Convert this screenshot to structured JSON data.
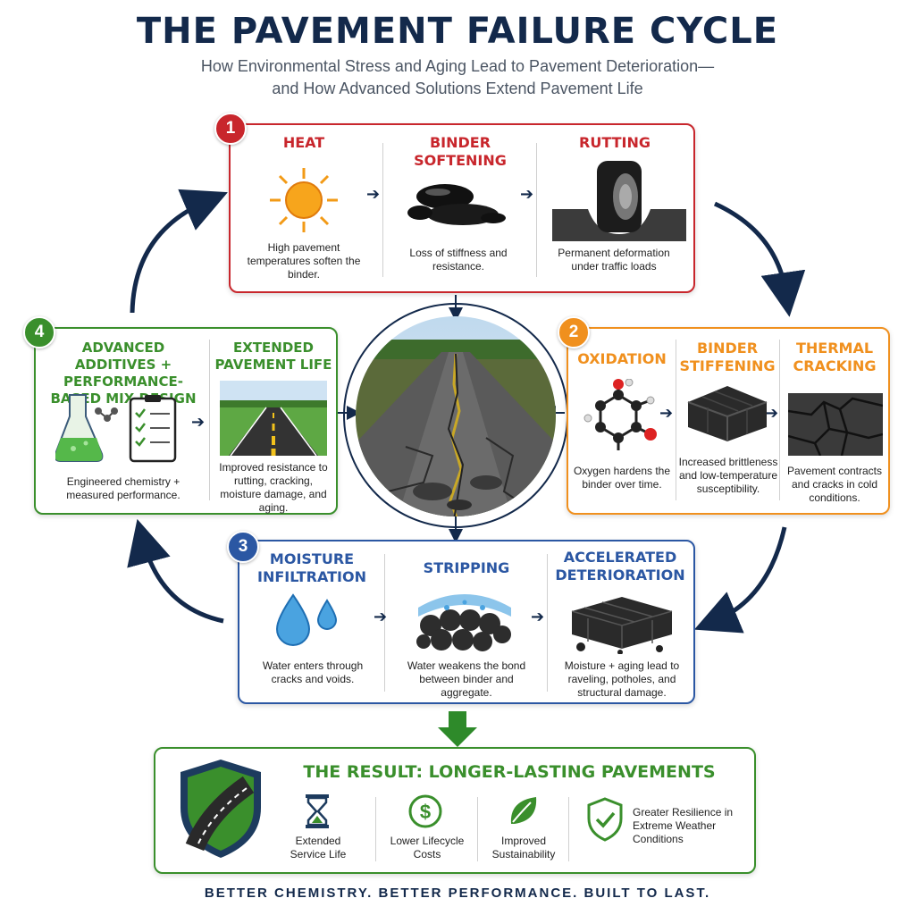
{
  "title": "THE PAVEMENT FAILURE CYCLE",
  "subtitle_line1": "How Environmental Stress and Aging Lead to Pavement Deterioration—",
  "subtitle_line2": "and How Advanced Solutions Extend Pavement Life",
  "colors": {
    "navy": "#13294b",
    "red": "#c8262c",
    "orange": "#f0901e",
    "blue": "#2b57a3",
    "green": "#3a8f2c"
  },
  "panel1": {
    "number": "1",
    "steps": [
      {
        "title": "HEAT",
        "desc": "High pavement temperatures soften the binder.",
        "icon": "sun-icon"
      },
      {
        "title": "BINDER SOFTENING",
        "desc": "Loss of stiffness and resistance.",
        "icon": "melted-binder-icon"
      },
      {
        "title": "RUTTING",
        "desc": "Permanent deformation under traffic loads",
        "icon": "tire-rut-icon"
      }
    ]
  },
  "panel2": {
    "number": "2",
    "steps": [
      {
        "title": "OXIDATION",
        "desc": "Oxygen hardens the binder over time.",
        "icon": "molecule-icon"
      },
      {
        "title": "BINDER STIFFENING",
        "desc": "Increased brittleness and low-temperature susceptibility.",
        "icon": "hardened-binder-icon"
      },
      {
        "title": "THERMAL CRACKING",
        "desc": "Pavement contracts and cracks in cold conditions.",
        "icon": "cracked-pavement-icon"
      }
    ]
  },
  "panel3": {
    "number": "3",
    "steps": [
      {
        "title": "MOISTURE INFILTRATION",
        "desc": "Water enters through cracks and voids.",
        "icon": "water-drop-icon"
      },
      {
        "title": "STRIPPING",
        "desc": "Water weakens the bond between binder and aggregate.",
        "icon": "wet-aggregate-icon"
      },
      {
        "title": "ACCELERATED DETERIORATION",
        "desc": "Moisture + aging lead to raveling, potholes, and structural damage.",
        "icon": "crumbling-aggregate-icon"
      }
    ]
  },
  "panel4": {
    "number": "4",
    "steps": [
      {
        "title": "ADVANCED ADDITIVES + PERFORMANCE-BASED MIX DESIGN",
        "desc": "Engineered chemistry + measured performance.",
        "icon": "flask-clipboard-icon"
      },
      {
        "title": "EXTENDED PAVEMENT LIFE",
        "desc": "Improved resistance to rutting, cracking, moisture damage, and aging.",
        "icon": "new-road-icon"
      }
    ]
  },
  "result": {
    "title": "THE RESULT:  LONGER-LASTING PAVEMENTS",
    "items": [
      {
        "label": "Extended Service Life",
        "icon": "hourglass-icon"
      },
      {
        "label": "Lower Lifecycle Costs",
        "icon": "dollar-icon"
      },
      {
        "label": "Improved Sustainability",
        "icon": "leaf-icon"
      },
      {
        "label": "Greater Resilience in Extreme Weather Conditions",
        "icon": "shield-check-icon"
      }
    ]
  },
  "tagline": "BETTER CHEMISTRY. BETTER PERFORMANCE. BUILT TO LAST."
}
